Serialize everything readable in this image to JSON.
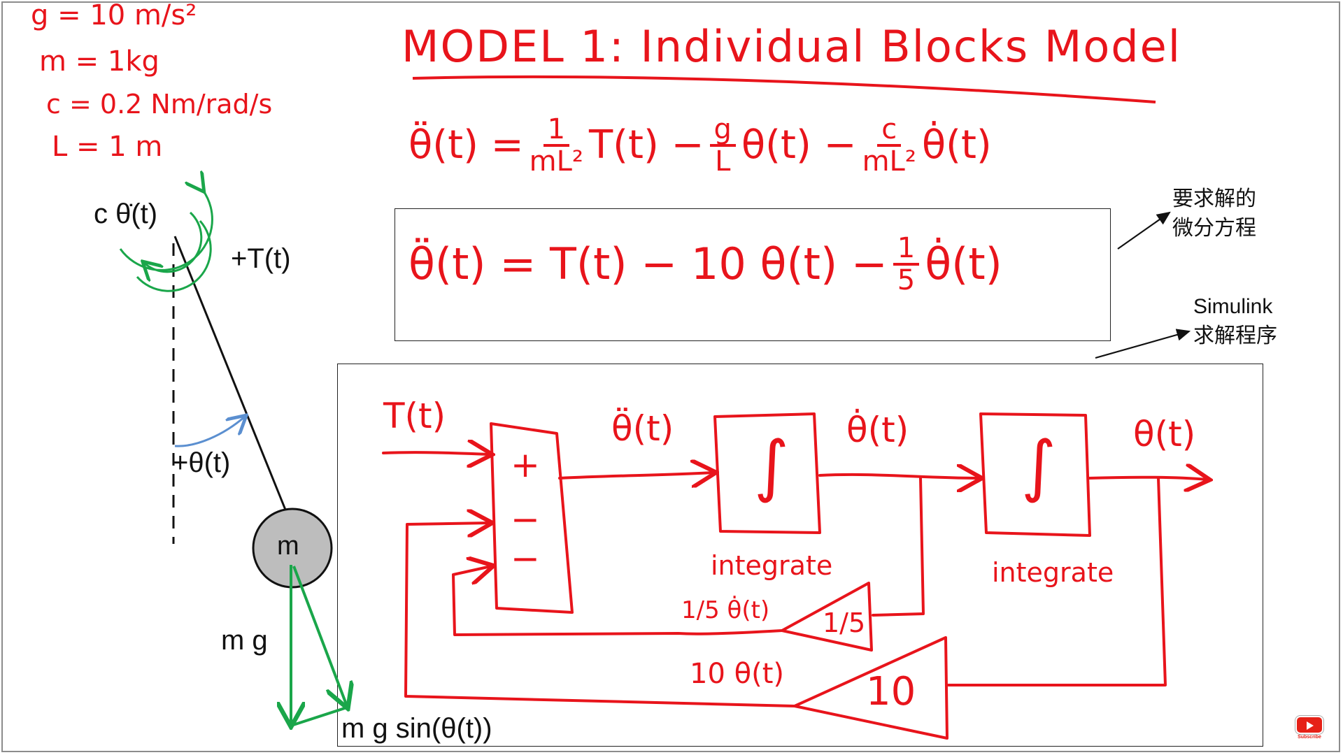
{
  "params": {
    "g": "g = 10 m/s²",
    "m": "m = 1kg",
    "c": "c = 0.2 Nm/rad/s",
    "L": "L = 1 m"
  },
  "title": "MODEL 1: Individual Blocks Model",
  "equations": {
    "general_lhs": "θ̈(t) =",
    "general_f1_num": "1",
    "general_f1_den": "mL²",
    "general_t1": "T(t) −",
    "general_f2_num": "g",
    "general_f2_den": "L",
    "general_t2": "θ(t) −",
    "general_f3_num": "c",
    "general_f3_den": "mL²",
    "general_t3": "θ̇(t)",
    "numeric_main": "θ̈(t) = T(t) − 10 θ(t) −",
    "numeric_frac_num": "1",
    "numeric_frac_den": "5",
    "numeric_tail": "θ̇(t)"
  },
  "annotations": {
    "ode_note_line1": "要求解的",
    "ode_note_line2": "微分方程",
    "simulink_line1": "Simulink",
    "simulink_line2": "求解程序"
  },
  "pendulum": {
    "damping_label": "c θ̇(t)",
    "torque_label": "+T(t)",
    "angle_label": "+θ(t)",
    "mass_label": "m",
    "gravity_label": "m g",
    "component_label": "m g sin(θ(t))"
  },
  "block_diagram": {
    "input_label": "T(t)",
    "plus_sign": "+",
    "minus_sign_1": "−",
    "minus_sign_2": "−",
    "accel_label": "θ̈(t)",
    "vel_label": "θ̇(t)",
    "pos_label": "θ(t)",
    "integrator_symbol": "∫",
    "integrate_label_1": "integrate",
    "integrate_label_2": "integrate",
    "gain_small": "1/5",
    "gain_small_signal": "1/5 θ̇(t)",
    "gain_large": "10",
    "gain_large_signal": "10 θ(t)"
  },
  "colors": {
    "ink_red": "#e8141b",
    "ink_green": "#1aa64a",
    "ink_blue": "#5b8fd0",
    "mass_fill": "#bdbdbd"
  },
  "icons": {
    "corner_badge": "youtube-subscribe-icon",
    "corner_badge_text": "Subscribe"
  }
}
